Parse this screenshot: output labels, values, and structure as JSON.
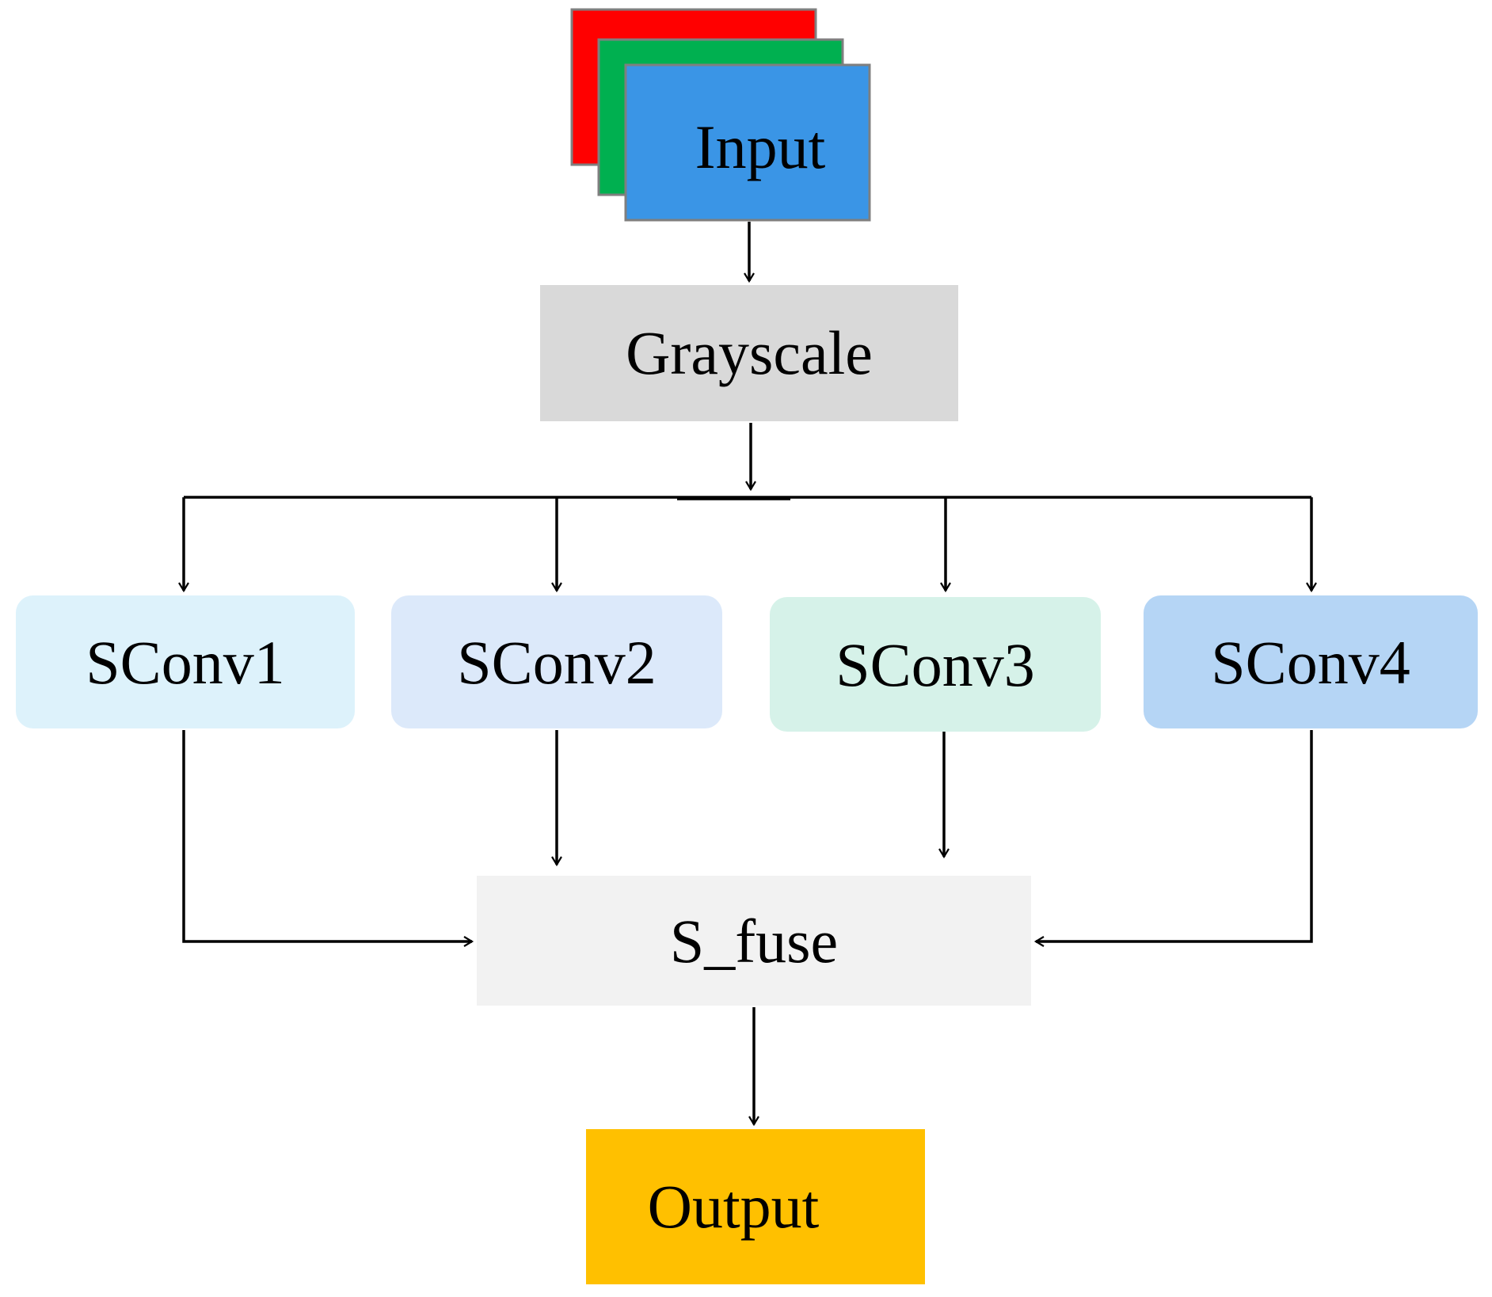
{
  "nodes": {
    "input": {
      "label": "Input"
    },
    "grayscale": {
      "label": "Grayscale"
    },
    "sconv1": {
      "label": "SConv1"
    },
    "sconv2": {
      "label": "SConv2"
    },
    "sconv3": {
      "label": "SConv3"
    },
    "sconv4": {
      "label": "SConv4"
    },
    "s_fuse": {
      "label": "S_fuse"
    },
    "output": {
      "label": "Output"
    }
  },
  "colors": {
    "input_red": "#ff0000",
    "input_green": "#00b050",
    "input_blue": "#3a95e6",
    "grayscale": "#d9d9d9",
    "sconv1": "#ddf2fb",
    "sconv2": "#dce9fa",
    "sconv3": "#d6f2e9",
    "sconv4": "#b5d5f5",
    "s_fuse": "#f2f2f2",
    "output": "#ffc000",
    "edge": "#000000"
  }
}
